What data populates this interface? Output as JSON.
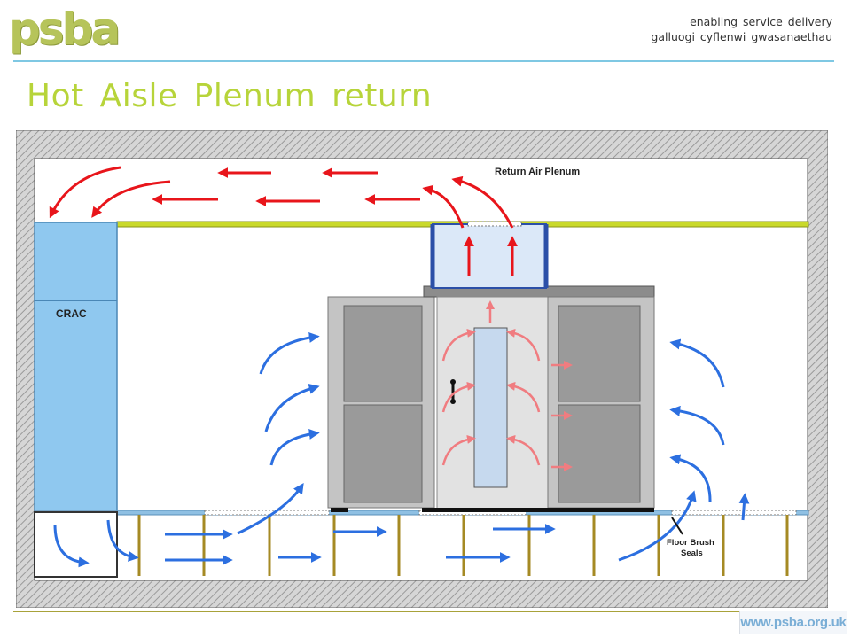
{
  "header": {
    "logo_text": "psba",
    "tagline_line1": "enabling service delivery",
    "tagline_line2": "galluogi cyflenwi gwasanaethau"
  },
  "slide": {
    "title": "Hot Aisle Plenum return"
  },
  "diagram": {
    "return_air_plenum_label": "Return Air Plenum",
    "crac_label": "CRAC",
    "floor_brush_line1": "Floor Brush",
    "floor_brush_line2": "Seals",
    "colors": {
      "cold_air": "#2c6fe0",
      "hot_air": "#e8151b",
      "crac_fill": "#8fc8ef",
      "plenum_ceiling": "#c9d92a"
    }
  },
  "footer": {
    "url": "www.psba.org.uk"
  }
}
